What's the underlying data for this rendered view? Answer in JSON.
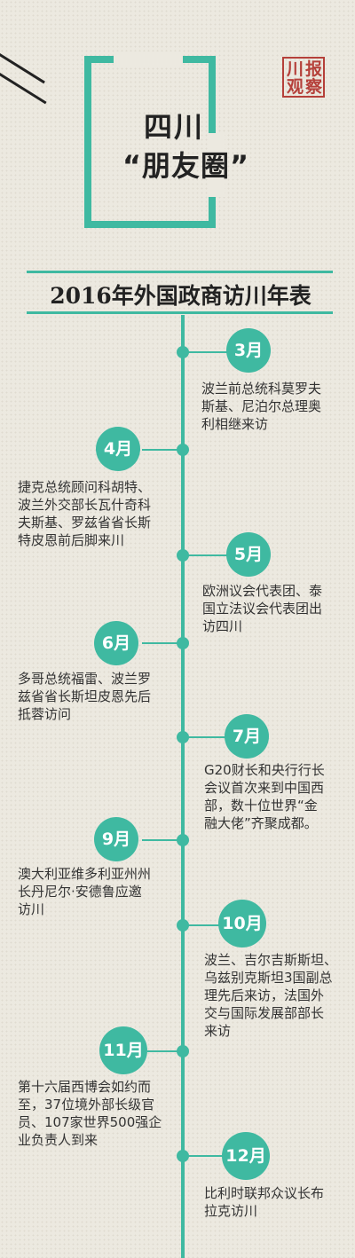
{
  "header": {
    "seal_chars": [
      "报",
      "川",
      "观",
      "察"
    ],
    "title_line1": "四川",
    "title_line2": "“朋友圈”"
  },
  "banner": {
    "title": "2016年外国政商访川年表"
  },
  "timeline": [
    {
      "month": "3月",
      "lines": [
        "波兰前总统科莫罗夫",
        "斯基、尼泊尔总理奥",
        "利相继来访"
      ]
    },
    {
      "month": "4月",
      "lines": [
        "捷克总统顾问科胡特、",
        "波兰外交部长瓦什奇科",
        "夫斯基、罗兹省省长斯",
        "特皮恩前后脚来川"
      ]
    },
    {
      "month": "5月",
      "lines": [
        "欧洲议会代表团、泰",
        "国立法议会代表团出",
        "访四川"
      ]
    },
    {
      "month": "6月",
      "lines": [
        "多哥总统福雷、波兰罗",
        "兹省省长斯坦皮恩先后",
        "抵蓉访问"
      ]
    },
    {
      "month": "7月",
      "lines": [
        "G20财长和央行行长",
        "会议首次来到中国西",
        "部，数十位世界“金",
        "融大佬”齐聚成都。"
      ]
    },
    {
      "month": "9月",
      "lines": [
        "澳大利亚维多利亚州州",
        "长丹尼尔·安德鲁应邀",
        "访川"
      ]
    },
    {
      "month": "10月",
      "lines": [
        "波兰、吉尔吉斯斯坦、",
        "乌兹别克斯坦3国副总",
        "理先后来访，法国外",
        "交与国际发展部部长",
        "来访"
      ]
    },
    {
      "month": "11月",
      "lines": [
        "第十六届西博会如约而",
        "至，37位境外部长级官",
        "员、107家世界500强企",
        "业负责人到来"
      ]
    },
    {
      "month": "12月",
      "lines": [
        "比利时联邦众议长布",
        "拉克访川"
      ]
    }
  ],
  "colors": {
    "accent": "#3fb9a1",
    "seal": "#b5403a",
    "background": "#ece9e0"
  }
}
